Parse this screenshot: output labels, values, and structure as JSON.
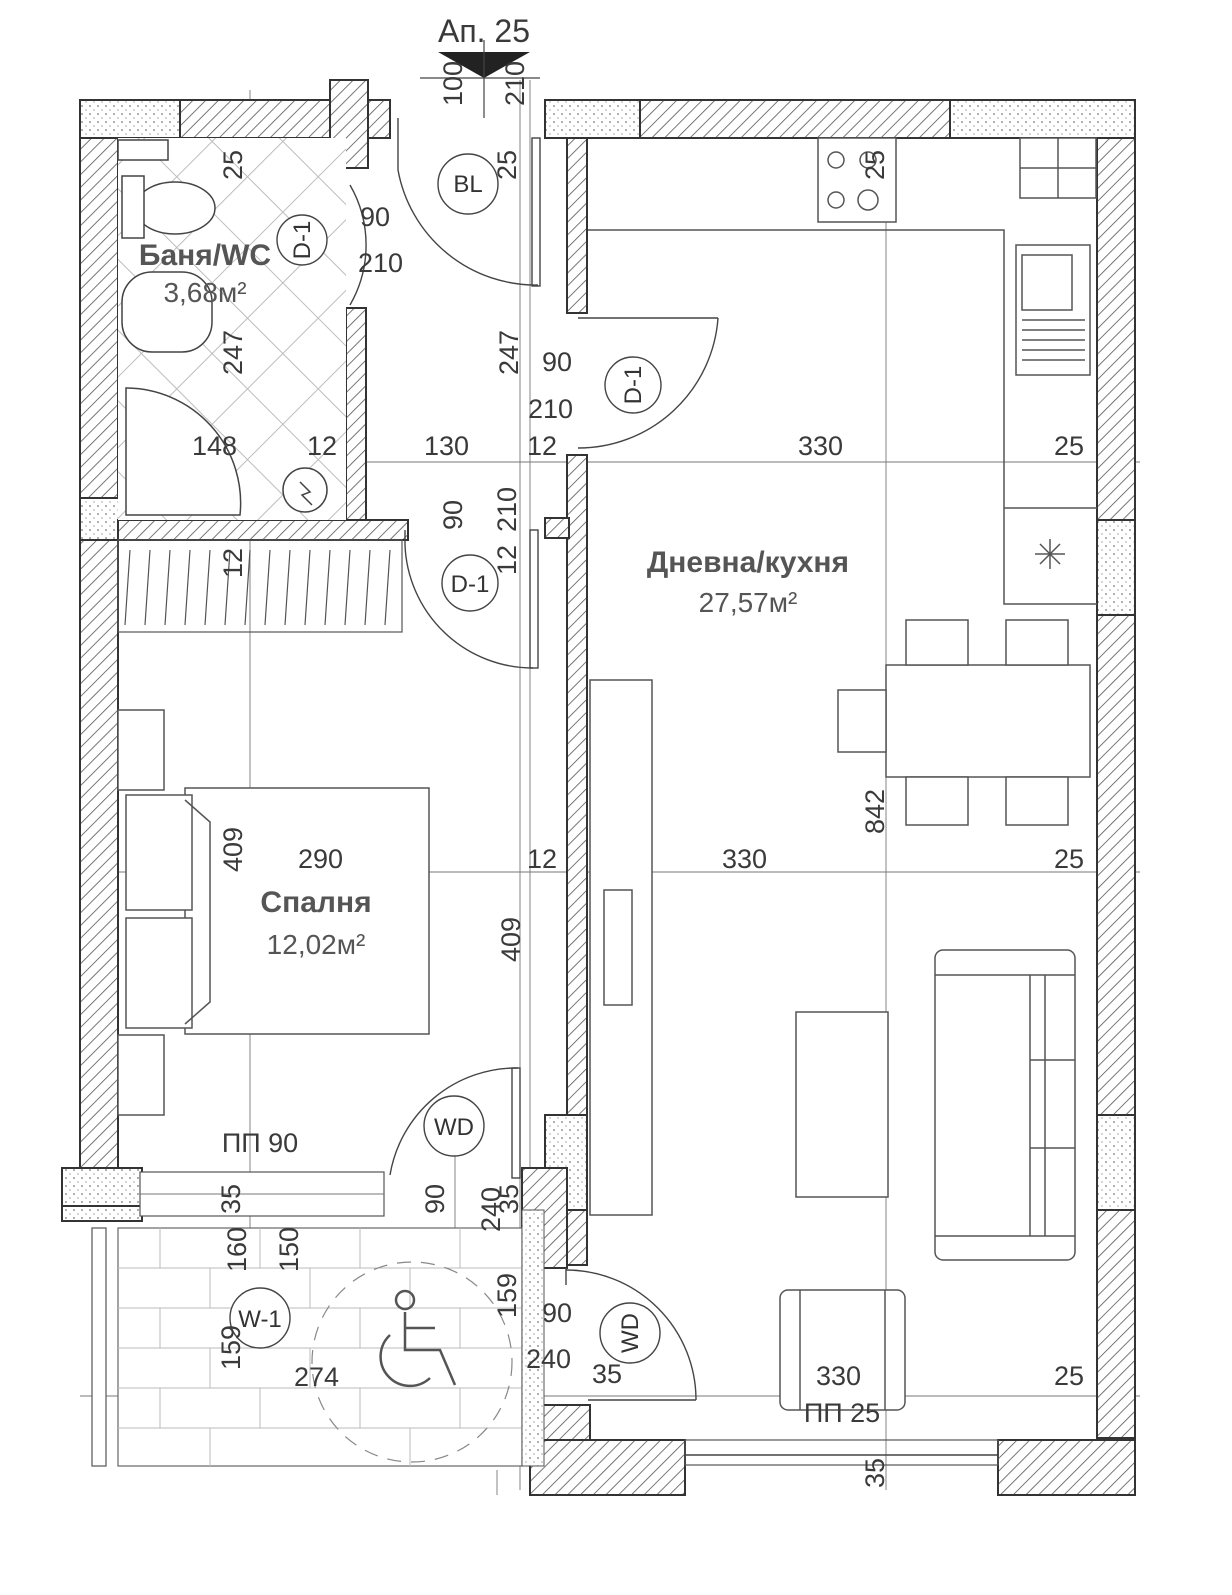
{
  "apartment": {
    "title": "Ап. 25"
  },
  "rooms": [
    {
      "name": "Баня/WC",
      "area": "3,68м²"
    },
    {
      "name": "Дневна/кухня",
      "area": "27,57м²"
    },
    {
      "name": "Спалня",
      "area": "12,02м²"
    }
  ],
  "tags": {
    "bl": "BL",
    "d1": "D-1",
    "wd": "WD",
    "w1": "W-1",
    "pp90": "ПП 90",
    "pp25": "ПП 25"
  },
  "dimensions": {
    "top_100": "100",
    "top_210": "210",
    "top_25": "25",
    "bath_25": "25",
    "bath_90": "90",
    "bath_210": "210",
    "bath_247": "247",
    "kit_25": "25",
    "hall_247": "247",
    "hall_90": "90",
    "hall_210": "210",
    "row1": [
      "148",
      "12",
      "130",
      "12",
      "330",
      "25"
    ],
    "mid_90": "90",
    "mid_210": "210",
    "mid_12a": "12",
    "mid_12b": "12",
    "row2": [
      "409",
      "290",
      "12",
      "330",
      "25"
    ],
    "v409": "409",
    "v842": "842",
    "bal_35a": "35",
    "bal_160": "160",
    "bal_150": "150",
    "bal_90": "90",
    "bal_240": "240",
    "bal_35b": "35",
    "bal_159a": "159",
    "bal_159b": "159",
    "bal_274": "274",
    "wd_90": "90",
    "wd_240": "240",
    "wd_35": "35",
    "bot_330": "330",
    "bot_25": "25",
    "bot_35": "35"
  },
  "colors": {
    "line": "#3a3a3a",
    "wall": "#555555",
    "text": "#3a3a3a"
  }
}
